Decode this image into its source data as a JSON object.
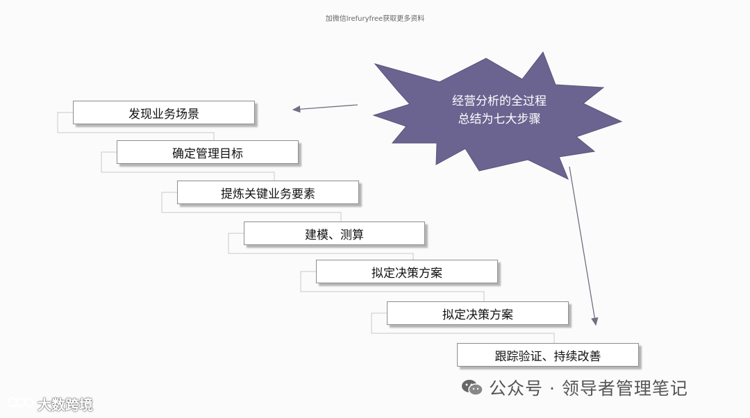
{
  "header_note": "加微信lrefuryfree获取更多资料",
  "burst": {
    "line1": "经营分析的全过程",
    "line2": "总结为七大步骤",
    "fill": "#6b6490"
  },
  "steps": [
    {
      "label": "发现业务场景"
    },
    {
      "label": "确定管理目标"
    },
    {
      "label": "提炼关键业务要素"
    },
    {
      "label": "建模、测算"
    },
    {
      "label": "拟定决策方案"
    },
    {
      "label": "拟定决策方案"
    },
    {
      "label": "跟踪验证、持续改善"
    }
  ],
  "watermark_right": {
    "icon": "wechat-icon",
    "text": "公众号 · 领导者管理笔记"
  },
  "watermark_left": {
    "icon": "logo-icon",
    "text": "大数跨境"
  },
  "colors": {
    "arrow": "#707080",
    "connector": "#c8c8c8",
    "box_border": "#8d8d8d"
  }
}
